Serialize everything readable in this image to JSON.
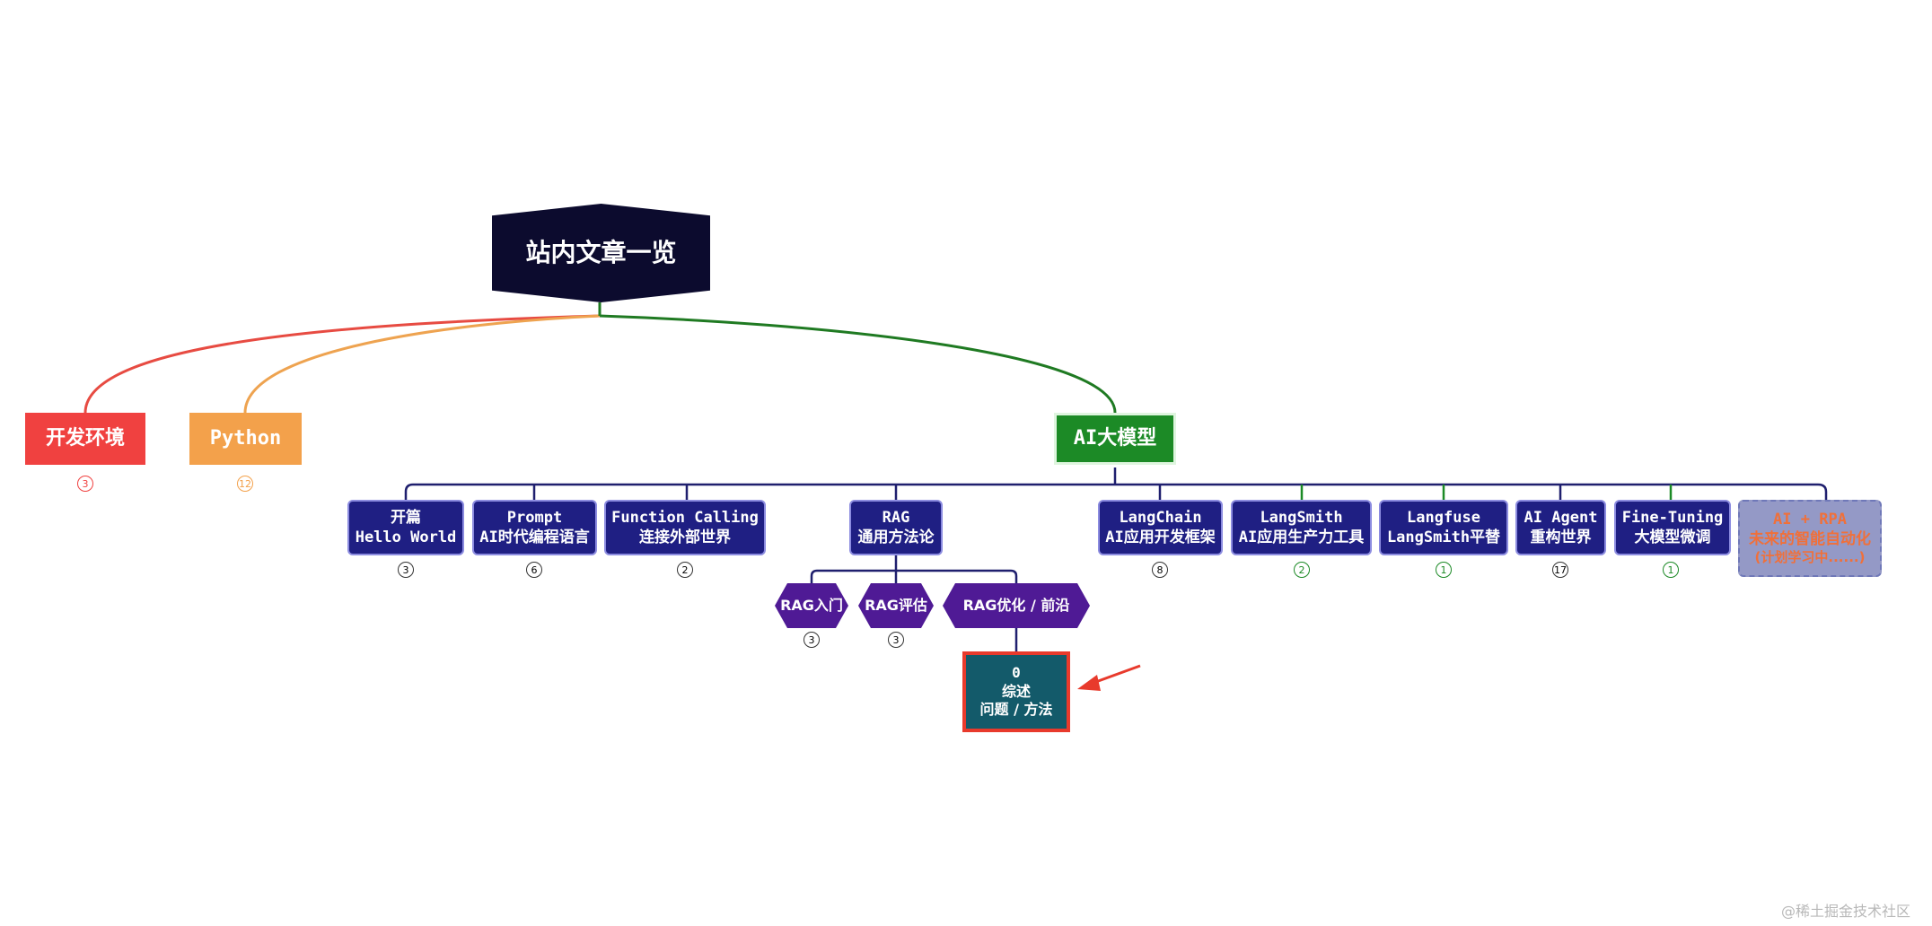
{
  "root": {
    "label": "站内文章一览"
  },
  "level1": {
    "dev": {
      "label": "开发环境",
      "count": "3",
      "color": "#f04140"
    },
    "python": {
      "label": "Python",
      "count": "12",
      "color": "#f3a14b"
    },
    "ai": {
      "label": "AI大模型",
      "color": "#1c8a26"
    }
  },
  "ai_children": [
    {
      "line1": "开篇",
      "line2": "Hello World",
      "count": "3"
    },
    {
      "line1": "Prompt",
      "line2": "AI时代编程语言",
      "count": "6"
    },
    {
      "line1": "Function Calling",
      "line2": "连接外部世界",
      "count": "2"
    },
    {
      "line1": "RAG",
      "line2": "通用方法论",
      "count": ""
    },
    {
      "line1": "LangChain",
      "line2": "AI应用开发框架",
      "count": "8"
    },
    {
      "line1": "LangSmith",
      "line2": "AI应用生产力工具",
      "count": "2"
    },
    {
      "line1": "Langfuse",
      "line2": "LangSmith平替",
      "count": "1"
    },
    {
      "line1": "AI Agent",
      "line2": "重构世界",
      "count": "17"
    },
    {
      "line1": "Fine-Tuning",
      "line2": "大模型微调",
      "count": "1"
    },
    {
      "line1": "AI + RPA",
      "line2": "未来的智能自动化",
      "line3": "(计划学习中......)",
      "count": ""
    }
  ],
  "rag_children": [
    {
      "label": "RAG入门",
      "count": "3"
    },
    {
      "label": "RAG评估",
      "count": "3"
    },
    {
      "label": "RAG优化 / 前沿",
      "count": ""
    }
  ],
  "survey": {
    "line1": "0",
    "line2": "综述",
    "line3": "问题 / 方法"
  },
  "watermark": "@稀土掘金技术社区"
}
